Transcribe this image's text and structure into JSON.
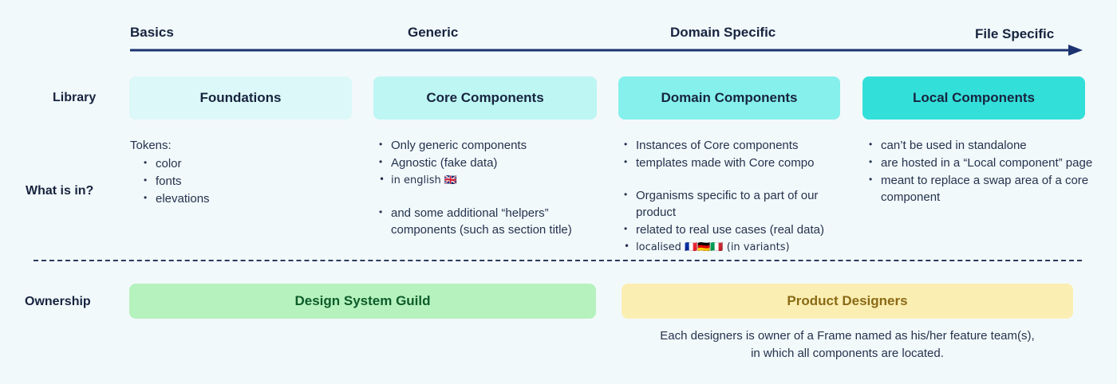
{
  "diagram": {
    "title": "Design System library layering",
    "background_color": "#f2f9fb",
    "spectrum": {
      "labels": [
        "Basics",
        "Generic",
        "Domain Specific",
        "File Specific"
      ],
      "arrow_color": "#1b3370"
    },
    "rows": {
      "library_label": "Library",
      "what_is_in_label": "What is in?",
      "ownership_label": "Ownership"
    },
    "libraries": [
      {
        "name": "Foundations",
        "color": "#dcf8f8"
      },
      {
        "name": "Core Components",
        "color": "#bdf6f3"
      },
      {
        "name": "Domain Components",
        "color": "#85f0ec"
      },
      {
        "name": "Local Components",
        "color": "#33dfd9"
      }
    ],
    "what_is_in": [
      {
        "intro": "Tokens:",
        "items": [
          "color",
          "fonts",
          "elevations"
        ],
        "items2": []
      },
      {
        "intro": "",
        "items": [
          "Only generic components",
          "Agnostic (fake data)",
          "in english 🇬🇧"
        ],
        "items2": [
          "and some additional “helpers” components (such as section title)"
        ]
      },
      {
        "intro": "",
        "items": [
          "Instances of Core components",
          "templates made with Core compo"
        ],
        "items2": [
          "Organisms specific to a part of our product",
          "related to real use cases (real data)",
          "localised 🇫🇷🇩🇪🇮🇹 (in variants)"
        ]
      },
      {
        "intro": "",
        "items": [
          "can’t be used in standalone",
          "are hosted in a “Local component” page",
          "meant to replace a swap area of a core component"
        ],
        "items2": []
      }
    ],
    "ownership": [
      {
        "name": "Design System Guild",
        "color": "#b6f2bd",
        "text_color": "#0d5c2b",
        "note": ""
      },
      {
        "name": "Product Designers",
        "color": "#fbeeb2",
        "text_color": "#8a6a16",
        "note": "Each designers is owner of a Frame named as his/her feature team(s), in which all components are located."
      }
    ],
    "ownership_note_line1": "Each designers is owner of a Frame named as his/her feature team(s),",
    "ownership_note_line2": "in which all components are located."
  }
}
